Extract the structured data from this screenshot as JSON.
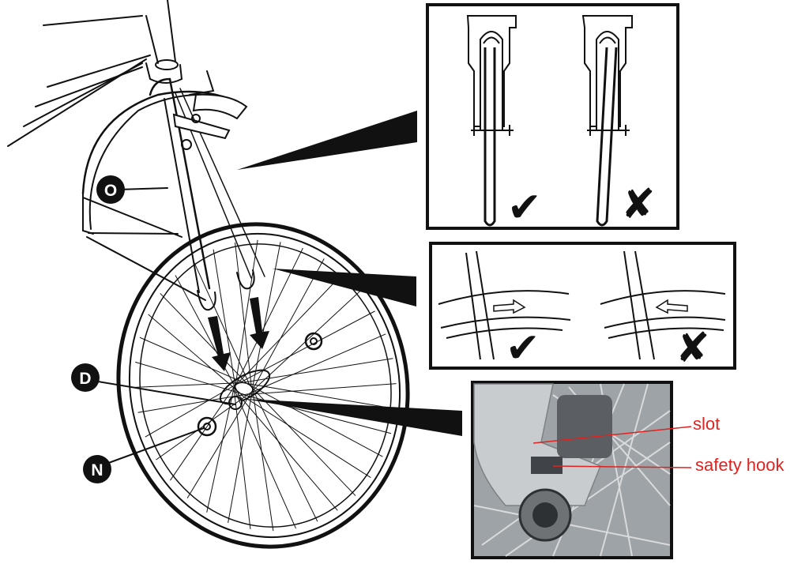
{
  "labels": {
    "o": "O",
    "d": "D",
    "n": "N"
  },
  "callouts": {
    "slot": "slot",
    "safety_hook": "safety hook"
  },
  "marks": {
    "correct": "✔",
    "incorrect": "✘"
  },
  "colors": {
    "line": "#111111",
    "callout_text": "#e0231e",
    "label_fill": "#111111",
    "photo_bg": "#9ea3a7"
  }
}
